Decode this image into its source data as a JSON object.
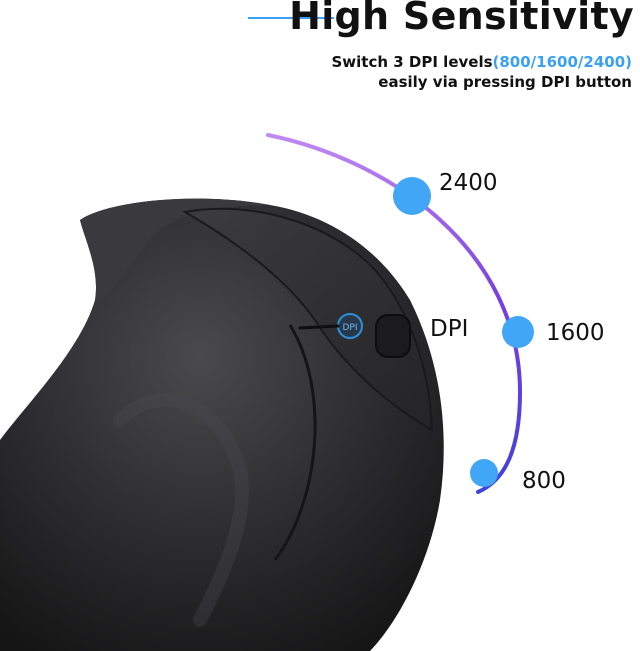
{
  "header": {
    "title": "High Sensitivity",
    "subtitle_lead": "Switch 3 DPI levels",
    "subtitle_levels": "(800/1600/2400)",
    "subtitle_line2": "easily via pressing DPI button"
  },
  "dpi_levels": [
    {
      "value": "2400"
    },
    {
      "value": "1600"
    },
    {
      "value": "800"
    }
  ],
  "button_label": "DPI",
  "colors": {
    "accent": "#3aa0f5",
    "arc_start": "#b06cf0",
    "arc_end": "#4b3fd6",
    "mouse_body": "#2b2b2d"
  }
}
